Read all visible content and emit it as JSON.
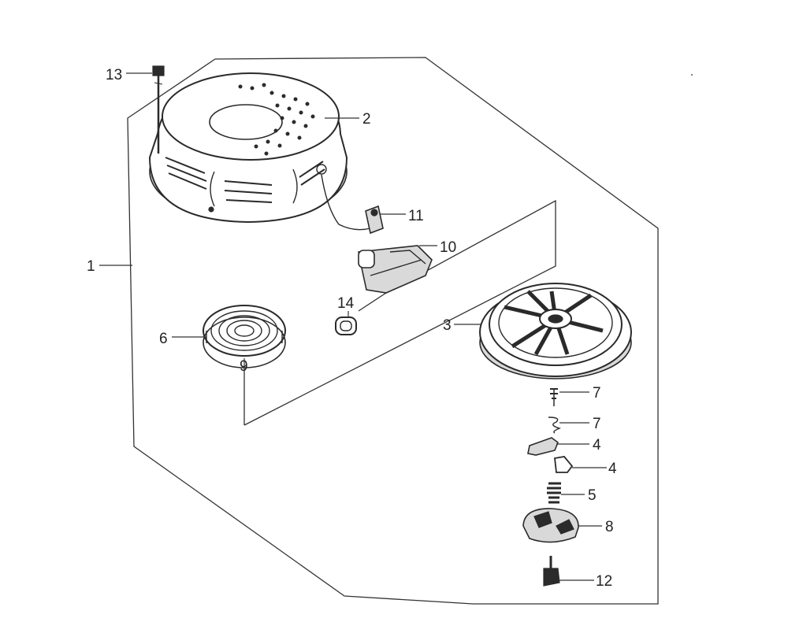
{
  "parts": {
    "p1": "1",
    "p2": "2",
    "p3": "3",
    "p4a": "4",
    "p4b": "4",
    "p5": "5",
    "p6": "6",
    "p7a": "7",
    "p7b": "7",
    "p8": "8",
    "p9": "9",
    "p10": "10",
    "p11": "11",
    "p12": "12",
    "p13": "13",
    "p14": "14"
  }
}
